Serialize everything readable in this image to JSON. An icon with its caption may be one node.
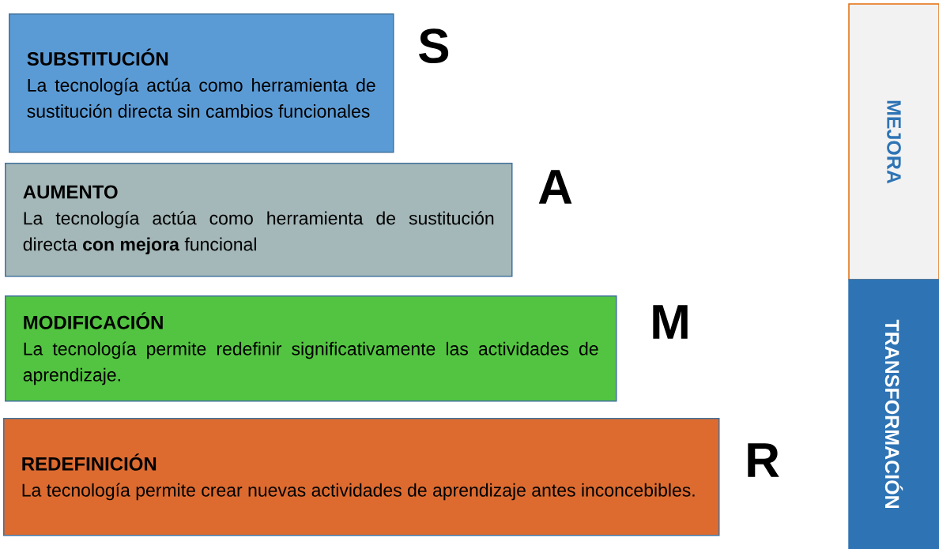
{
  "diagram": {
    "nodes": [
      {
        "text": [
          "SUBSTITUCIÓN",
          "La tecnología actúa como herramienta de sustitución directa sin cambios funcionales"
        ],
        "beside": [
          "S"
        ]
      },
      {
        "text": [
          "AUMENTO",
          "La tecnología actúa como herramienta de sustitución directa **con mejora** funcional"
        ],
        "beside": [
          "A"
        ]
      },
      {
        "text": [
          "MODIFICACIÓN",
          "La tecnología permite redefinir significativamente las actividades de aprendizaje."
        ],
        "beside": [
          "M"
        ]
      },
      {
        "text": [
          "REDEFINICIÓN",
          "La tecnología permite crear nuevas actividades de aprendizaje antes inconcebibles."
        ],
        "beside": [
          "R"
        ]
      },
      {
        "text": [
          "MEJORA"
        ]
      },
      {
        "text": [
          "TRANSFORMACIÓN"
        ]
      }
    ]
  }
}
